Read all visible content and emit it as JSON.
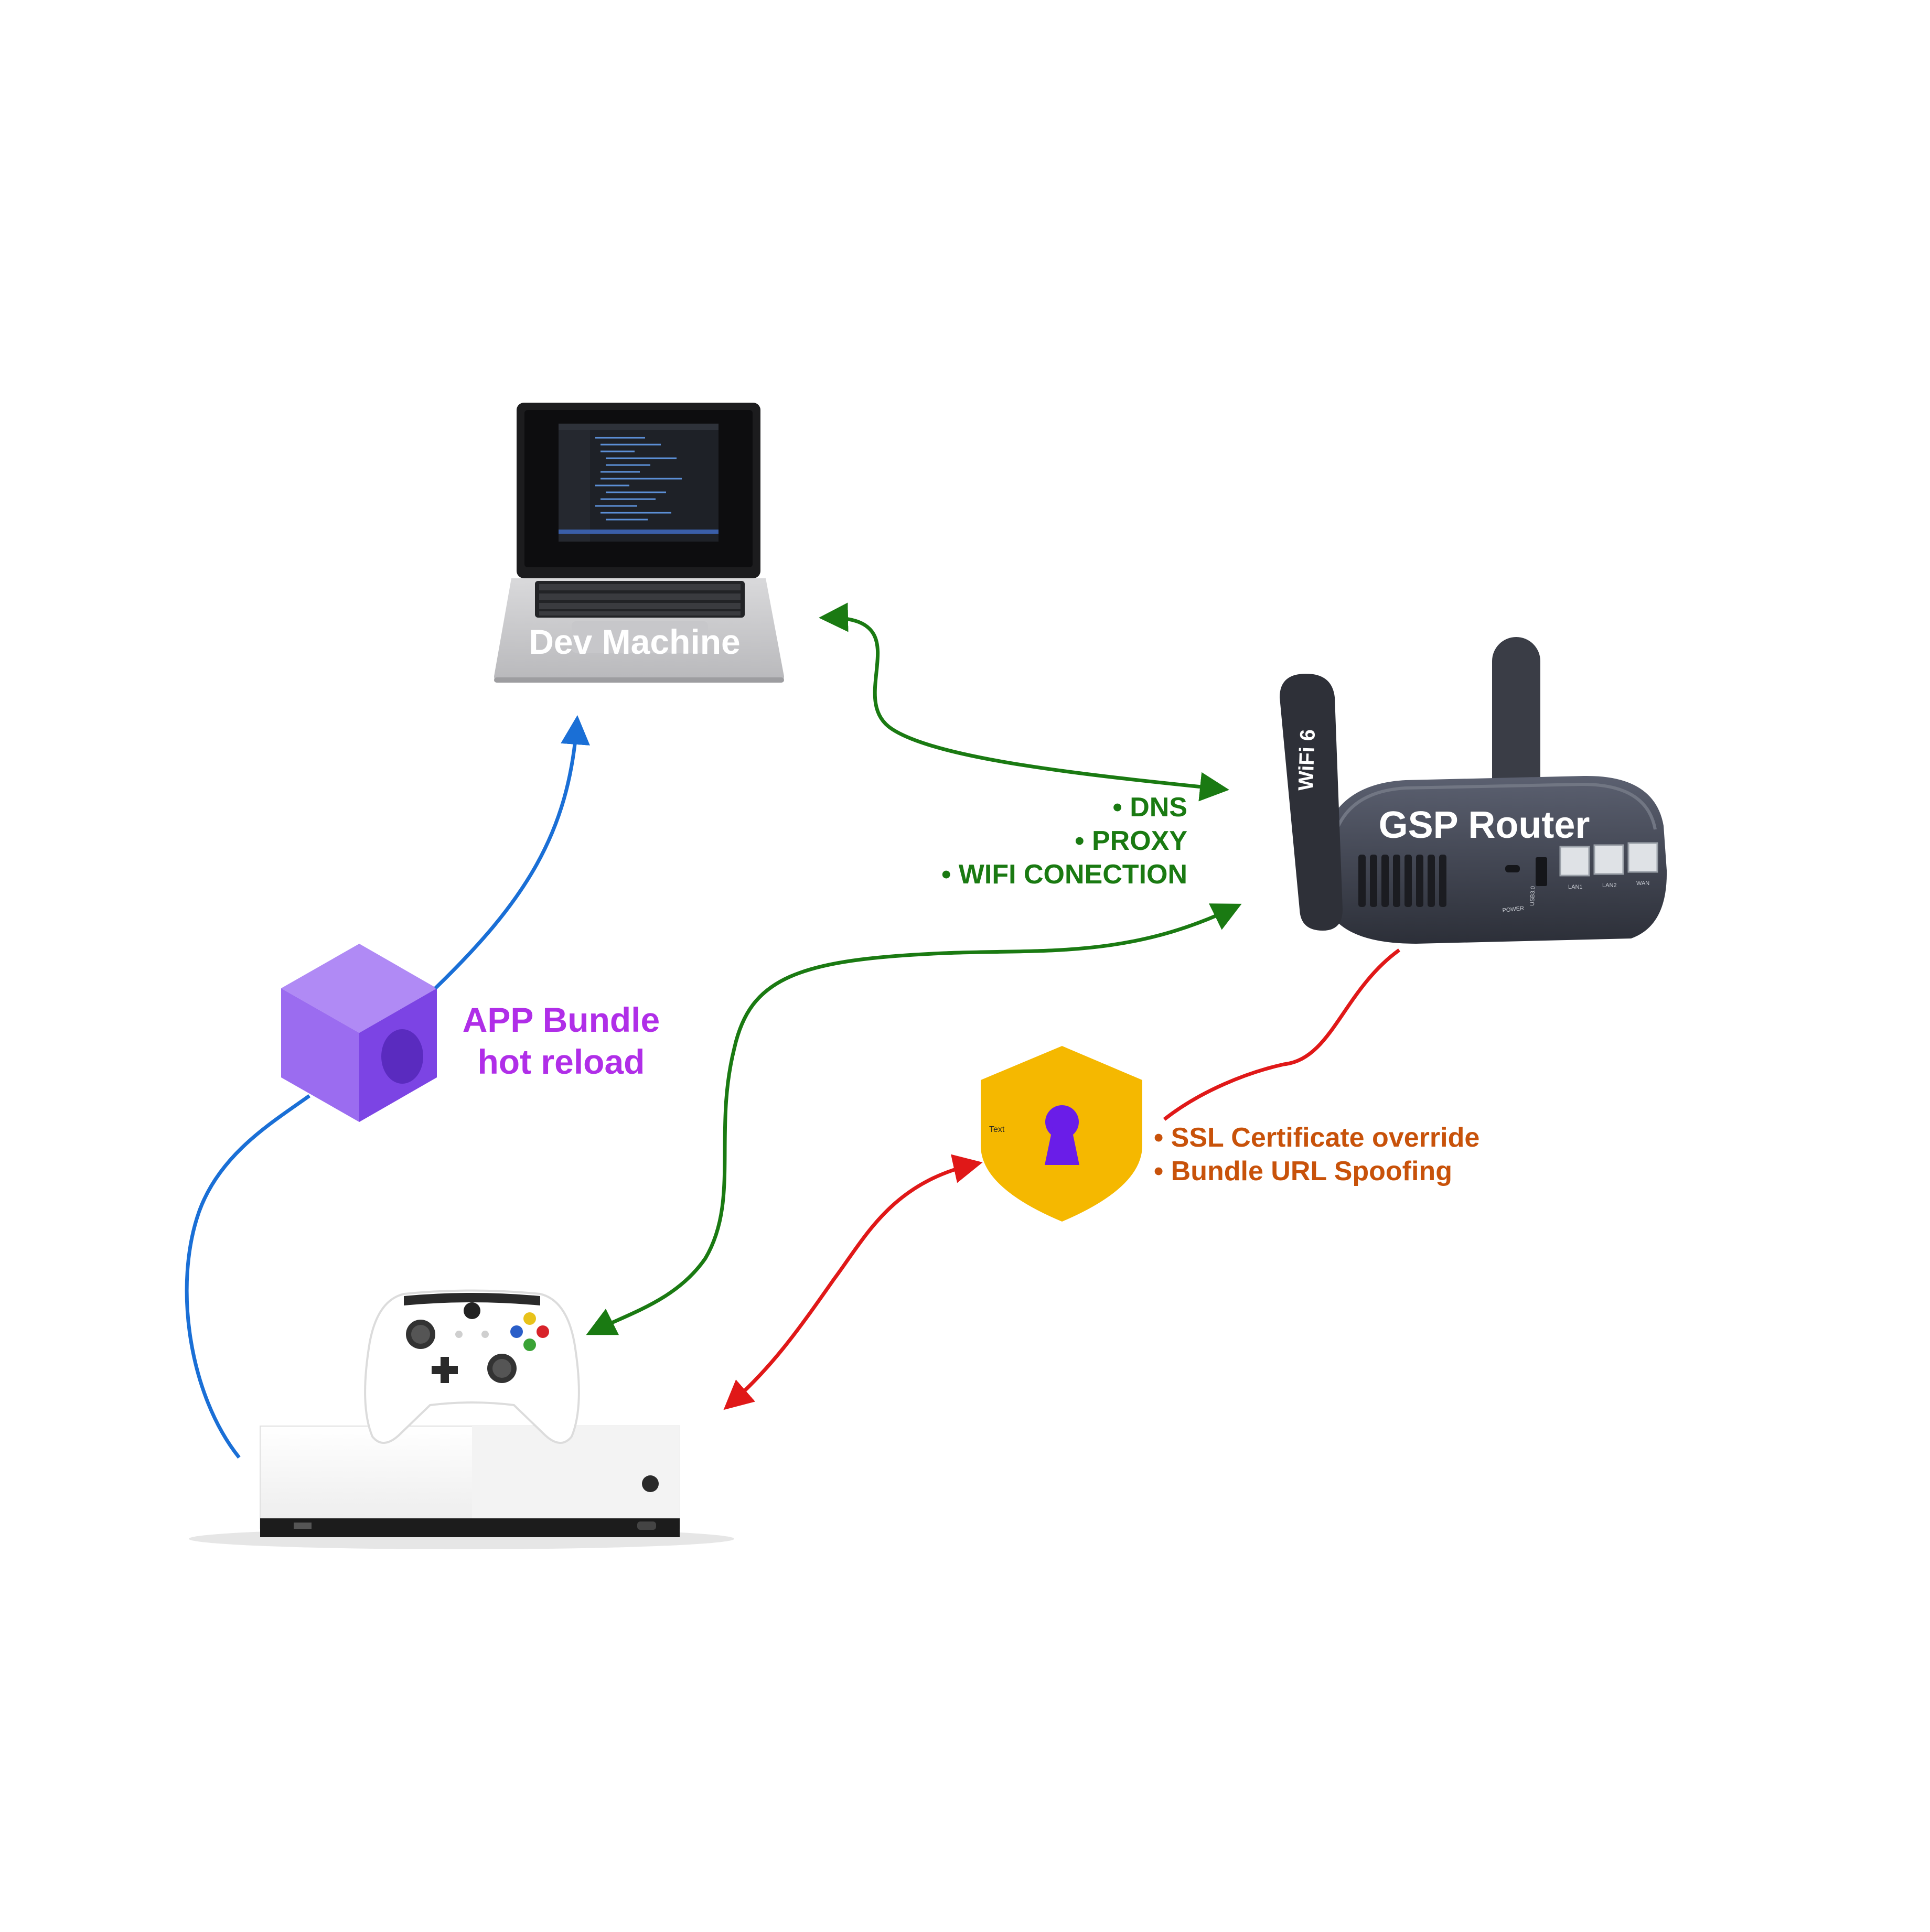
{
  "nodes": {
    "dev_machine": {
      "label": "Dev Machine"
    },
    "router": {
      "label": "GSP Router",
      "antenna_label": "WiFi 6",
      "ports": [
        "POWER",
        "USB3.0",
        "LAN1",
        "LAN2",
        "WAN"
      ]
    },
    "app_bundle": {
      "line1": "APP Bundle",
      "line2": "hot reload"
    },
    "shield": {
      "text": "Text"
    }
  },
  "network_features": [
    "• DNS",
    "• PROXY",
    "• WIFI CONECTION"
  ],
  "ssl_features": [
    "• SSL Certificate override",
    "• Bundle URL Spoofing"
  ],
  "colors": {
    "green": "#1a7a12",
    "red": "#e01818",
    "blue": "#1a6fd6",
    "purple_text": "#b02ee8",
    "orange_text": "#c8520a",
    "shield": "#f5b800",
    "keyhole": "#6a1de8"
  }
}
